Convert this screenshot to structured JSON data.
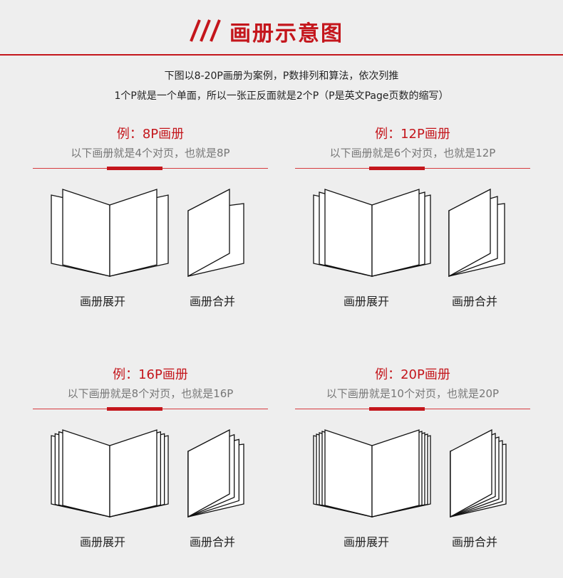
{
  "header": {
    "title": "画册示意图",
    "accent_color": "#c4161c"
  },
  "intro": {
    "line1": "下图以8-20P画册为案例，P数排列和算法，依次列推",
    "line2": "1个P就是一个单面，所以一张正反面就是2个P（P是英文Page页数的缩写）"
  },
  "examples": [
    {
      "title": "例：8P画册",
      "subtitle": "以下画册就是4个对页，也就是8P",
      "spread_pages": 4,
      "open_label": "画册展开",
      "closed_label": "画册合并"
    },
    {
      "title": "例：12P画册",
      "subtitle": "以下画册就是6个对页，也就是12P",
      "spread_pages": 6,
      "open_label": "画册展开",
      "closed_label": "画册合并"
    },
    {
      "title": "例：16P画册",
      "subtitle": "以下画册就是8个对页，也就是16P",
      "spread_pages": 8,
      "open_label": "画册展开",
      "closed_label": "画册合并"
    },
    {
      "title": "例：20P画册",
      "subtitle": "以下画册就是10个对页，也就是20P",
      "spread_pages": 10,
      "open_label": "画册展开",
      "closed_label": "画册合并"
    }
  ]
}
